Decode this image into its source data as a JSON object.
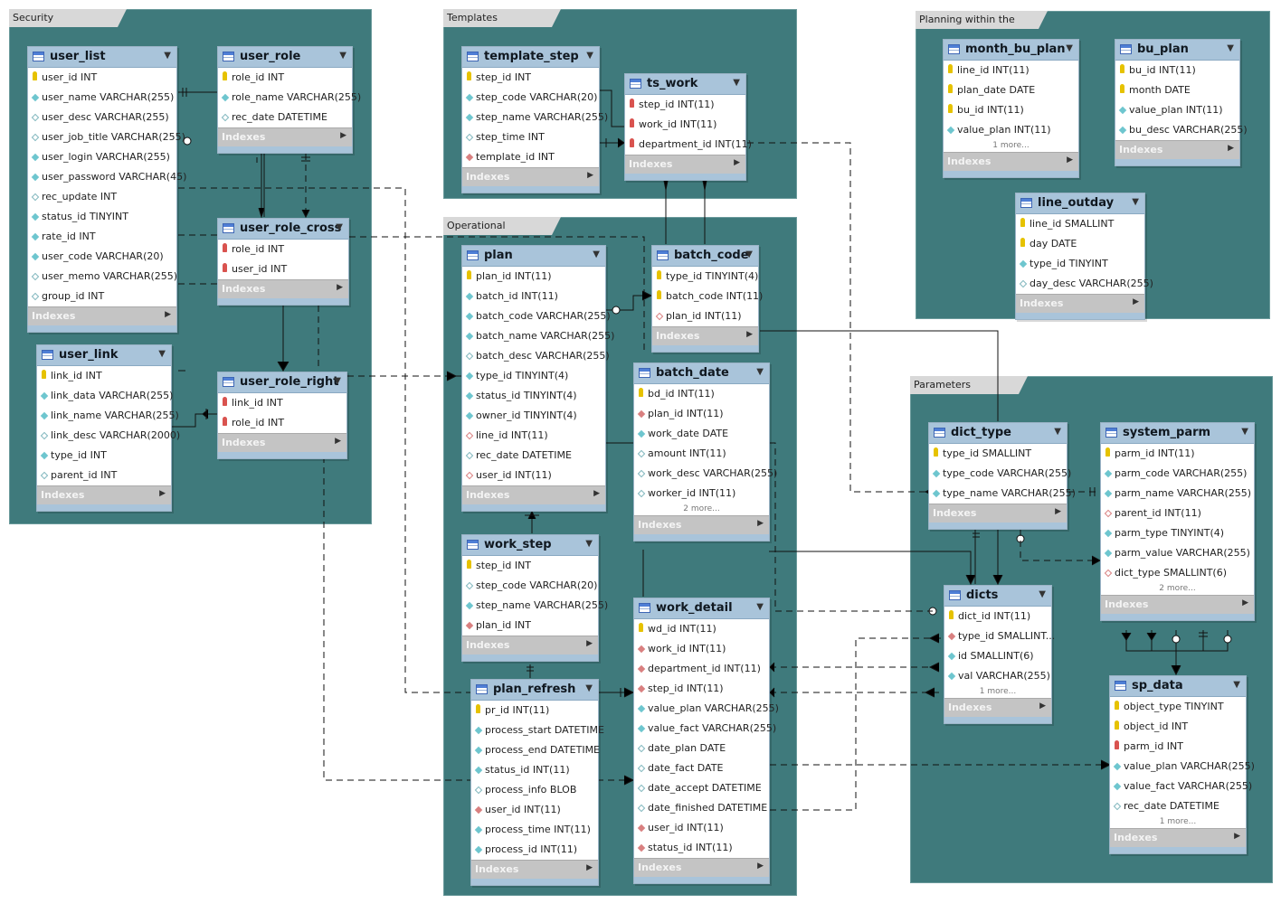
{
  "layers": {
    "security": "Security",
    "templates": "Templates",
    "operational": "Operational planning",
    "month": "Planning within the month",
    "parameters": "Parameters"
  },
  "indexes_label": "Indexes",
  "tables": {
    "user_list": {
      "name": "user_list",
      "cols": [
        {
          "k": "pk",
          "t": "user_id INT"
        },
        {
          "k": "nn",
          "t": "user_name VARCHAR(255)"
        },
        {
          "k": "null",
          "t": "user_desc VARCHAR(255)"
        },
        {
          "k": "null",
          "t": "user_job_title VARCHAR(255)"
        },
        {
          "k": "nn",
          "t": "user_login VARCHAR(255)"
        },
        {
          "k": "nn",
          "t": "user_password VARCHAR(45)"
        },
        {
          "k": "null",
          "t": "rec_update INT"
        },
        {
          "k": "nn",
          "t": "status_id TINYINT"
        },
        {
          "k": "nn",
          "t": "rate_id INT"
        },
        {
          "k": "nn",
          "t": "user_code VARCHAR(20)"
        },
        {
          "k": "null",
          "t": "user_memo VARCHAR(255)"
        },
        {
          "k": "null",
          "t": "group_id INT"
        }
      ]
    },
    "user_role": {
      "name": "user_role",
      "cols": [
        {
          "k": "pk",
          "t": "role_id INT"
        },
        {
          "k": "nn",
          "t": "role_name VARCHAR(255)"
        },
        {
          "k": "null",
          "t": "rec_date DATETIME"
        }
      ]
    },
    "user_role_cross": {
      "name": "user_role_cross",
      "cols": [
        {
          "k": "pkfk",
          "t": "role_id INT"
        },
        {
          "k": "pkfk",
          "t": "user_id INT"
        }
      ]
    },
    "user_link": {
      "name": "user_link",
      "cols": [
        {
          "k": "pk",
          "t": "link_id INT"
        },
        {
          "k": "nn",
          "t": "link_data VARCHAR(255)"
        },
        {
          "k": "nn",
          "t": "link_name VARCHAR(255)"
        },
        {
          "k": "null",
          "t": "link_desc VARCHAR(2000)"
        },
        {
          "k": "nn",
          "t": "type_id INT"
        },
        {
          "k": "null",
          "t": "parent_id INT"
        }
      ]
    },
    "user_role_right": {
      "name": "user_role_right",
      "cols": [
        {
          "k": "pkfk",
          "t": "link_id INT"
        },
        {
          "k": "pkfk",
          "t": "role_id INT"
        }
      ]
    },
    "template_step": {
      "name": "template_step",
      "cols": [
        {
          "k": "pk",
          "t": "step_id INT"
        },
        {
          "k": "nn",
          "t": "step_code VARCHAR(20)"
        },
        {
          "k": "nn",
          "t": "step_name VARCHAR(255)"
        },
        {
          "k": "null",
          "t": "step_time INT"
        },
        {
          "k": "fk",
          "t": "template_id INT"
        }
      ]
    },
    "ts_work": {
      "name": "ts_work",
      "cols": [
        {
          "k": "pkfk",
          "t": "step_id INT(11)"
        },
        {
          "k": "pkfk",
          "t": "work_id INT(11)"
        },
        {
          "k": "pkfk",
          "t": "department_id INT(11)"
        }
      ]
    },
    "plan": {
      "name": "plan",
      "cols": [
        {
          "k": "pk",
          "t": "plan_id INT(11)"
        },
        {
          "k": "nn",
          "t": "batch_id INT(11)"
        },
        {
          "k": "nn",
          "t": "batch_code VARCHAR(255)"
        },
        {
          "k": "nn",
          "t": "batch_name VARCHAR(255)"
        },
        {
          "k": "null",
          "t": "batch_desc VARCHAR(255)"
        },
        {
          "k": "nn",
          "t": "type_id TINYINT(4)"
        },
        {
          "k": "nn",
          "t": "status_id TINYINT(4)"
        },
        {
          "k": "nn",
          "t": "owner_id TINYINT(4)"
        },
        {
          "k": "fkhollow",
          "t": "line_id INT(11)"
        },
        {
          "k": "null",
          "t": "rec_date DATETIME"
        },
        {
          "k": "fkhollow",
          "t": "user_id INT(11)"
        }
      ]
    },
    "batch_code": {
      "name": "batch_code",
      "cols": [
        {
          "k": "pk",
          "t": "type_id TINYINT(4)"
        },
        {
          "k": "pk",
          "t": "batch_code INT(11)"
        },
        {
          "k": "fkhollow",
          "t": "plan_id INT(11)"
        }
      ]
    },
    "batch_date": {
      "name": "batch_date",
      "cols": [
        {
          "k": "pk",
          "t": "bd_id INT(11)"
        },
        {
          "k": "fk",
          "t": "plan_id INT(11)"
        },
        {
          "k": "nn",
          "t": "work_date DATE"
        },
        {
          "k": "null",
          "t": "amount INT(11)"
        },
        {
          "k": "null",
          "t": "work_desc VARCHAR(255)"
        },
        {
          "k": "null",
          "t": "worker_id INT(11)"
        }
      ],
      "more": "2 more..."
    },
    "work_step": {
      "name": "work_step",
      "cols": [
        {
          "k": "pk",
          "t": "step_id INT"
        },
        {
          "k": "null",
          "t": "step_code VARCHAR(20)"
        },
        {
          "k": "nn",
          "t": "step_name VARCHAR(255)"
        },
        {
          "k": "fk",
          "t": "plan_id INT"
        }
      ]
    },
    "plan_refresh": {
      "name": "plan_refresh",
      "cols": [
        {
          "k": "pk",
          "t": "pr_id INT(11)"
        },
        {
          "k": "nn",
          "t": "process_start DATETIME"
        },
        {
          "k": "nn",
          "t": "process_end DATETIME"
        },
        {
          "k": "nn",
          "t": "status_id INT(11)"
        },
        {
          "k": "null",
          "t": "process_info BLOB"
        },
        {
          "k": "fk",
          "t": "user_id INT(11)"
        },
        {
          "k": "nn",
          "t": "process_time INT(11)"
        },
        {
          "k": "nn",
          "t": "process_id INT(11)"
        }
      ]
    },
    "work_detail": {
      "name": "work_detail",
      "cols": [
        {
          "k": "pk",
          "t": "wd_id INT(11)"
        },
        {
          "k": "fk",
          "t": "work_id INT(11)"
        },
        {
          "k": "fk",
          "t": "department_id INT(11)"
        },
        {
          "k": "fk",
          "t": "step_id INT(11)"
        },
        {
          "k": "nn",
          "t": "value_plan VARCHAR(255)"
        },
        {
          "k": "nn",
          "t": "value_fact VARCHAR(255)"
        },
        {
          "k": "null",
          "t": "date_plan DATE"
        },
        {
          "k": "null",
          "t": "date_fact DATE"
        },
        {
          "k": "null",
          "t": "date_accept DATETIME"
        },
        {
          "k": "null",
          "t": "date_finished DATETIME"
        },
        {
          "k": "fk",
          "t": "user_id INT(11)"
        },
        {
          "k": "fk",
          "t": "status_id INT(11)"
        }
      ]
    },
    "month_bu_plan": {
      "name": "month_bu_plan",
      "cols": [
        {
          "k": "pk",
          "t": "line_id INT(11)"
        },
        {
          "k": "pk",
          "t": "plan_date DATE"
        },
        {
          "k": "pk",
          "t": "bu_id INT(11)"
        },
        {
          "k": "nn",
          "t": "value_plan INT(11)"
        }
      ],
      "more": "1 more..."
    },
    "bu_plan": {
      "name": "bu_plan",
      "cols": [
        {
          "k": "pk",
          "t": "bu_id INT(11)"
        },
        {
          "k": "pk",
          "t": "month DATE"
        },
        {
          "k": "nn",
          "t": "value_plan INT(11)"
        },
        {
          "k": "nn",
          "t": "bu_desc VARCHAR(255)"
        }
      ]
    },
    "line_outday": {
      "name": "line_outday",
      "cols": [
        {
          "k": "pk",
          "t": "line_id SMALLINT"
        },
        {
          "k": "pk",
          "t": "day DATE"
        },
        {
          "k": "nn",
          "t": "type_id TINYINT"
        },
        {
          "k": "null",
          "t": "day_desc VARCHAR(255)"
        }
      ]
    },
    "dict_type": {
      "name": "dict_type",
      "cols": [
        {
          "k": "pk",
          "t": "type_id SMALLINT"
        },
        {
          "k": "nn",
          "t": "type_code VARCHAR(255)"
        },
        {
          "k": "nn",
          "t": "type_name VARCHAR(255)"
        }
      ]
    },
    "system_parm": {
      "name": "system_parm",
      "cols": [
        {
          "k": "pk",
          "t": "parm_id INT(11)"
        },
        {
          "k": "nn",
          "t": "parm_code VARCHAR(255)"
        },
        {
          "k": "nn",
          "t": "parm_name VARCHAR(255)"
        },
        {
          "k": "fkhollow",
          "t": "parent_id INT(11)"
        },
        {
          "k": "nn",
          "t": "parm_type TINYINT(4)"
        },
        {
          "k": "nn",
          "t": "parm_value VARCHAR(255)"
        },
        {
          "k": "fkhollow",
          "t": "dict_type SMALLINT(6)"
        }
      ],
      "more": "2 more..."
    },
    "dicts": {
      "name": "dicts",
      "cols": [
        {
          "k": "pk",
          "t": "dict_id INT(11)"
        },
        {
          "k": "fk",
          "t": "type_id SMALLINT..."
        },
        {
          "k": "nn",
          "t": "id SMALLINT(6)"
        },
        {
          "k": "nn",
          "t": "val VARCHAR(255)"
        }
      ],
      "more": "1 more..."
    },
    "sp_data": {
      "name": "sp_data",
      "cols": [
        {
          "k": "pk",
          "t": "object_type TINYINT"
        },
        {
          "k": "pk",
          "t": "object_id INT"
        },
        {
          "k": "pkfk",
          "t": "parm_id INT"
        },
        {
          "k": "nn",
          "t": "value_plan VARCHAR(255)"
        },
        {
          "k": "nn",
          "t": "value_fact VARCHAR(255)"
        },
        {
          "k": "null",
          "t": "rec_date DATETIME"
        }
      ],
      "more": "1 more..."
    }
  }
}
